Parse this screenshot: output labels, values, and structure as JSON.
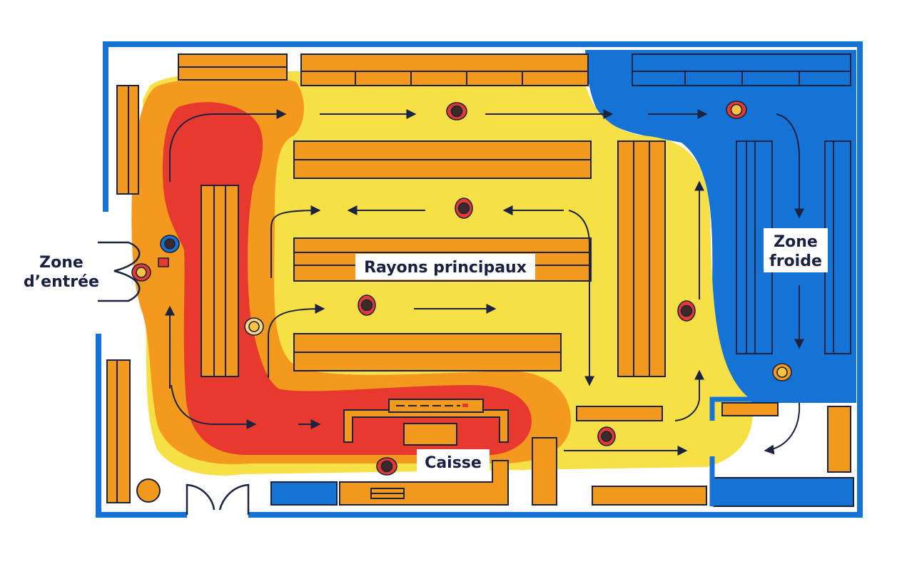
{
  "labels": {
    "entry_line1": "Zone",
    "entry_line2": "d’entrée",
    "cold_line1": "Zone",
    "cold_line2": "froide",
    "main_aisles": "Rayons principaux",
    "checkout": "Caisse"
  },
  "colors": {
    "wall": "#1473d4",
    "heat_high": "#e8392f",
    "heat_mid": "#f39a1e",
    "heat_low": "#f7e046",
    "cold_zone": "#1473d4",
    "shelf": "#f39a1e",
    "outline": "#1c2340",
    "background": "#ffffff"
  },
  "icons": {
    "person": "shopper-top-view-icon",
    "arrow": "traffic-flow-arrow-icon",
    "cart": "shopping-basket-icon"
  }
}
